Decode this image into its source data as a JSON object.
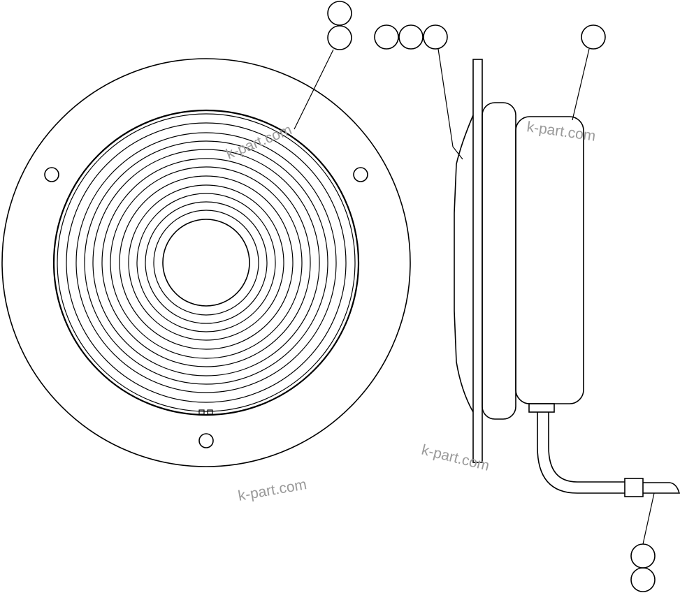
{
  "diagram": {
    "views": [
      "front-view",
      "side-view"
    ],
    "callouts": [
      {
        "id": "callout-front-top",
        "balloons": 2,
        "label": ""
      },
      {
        "id": "callout-side-left",
        "balloons": 3,
        "label": ""
      },
      {
        "id": "callout-side-right",
        "balloons": 1,
        "label": ""
      },
      {
        "id": "callout-cable-bottom",
        "balloons": 2,
        "label": ""
      }
    ],
    "watermarks": [
      "k-part.com",
      "k-part.com",
      "k-part.com",
      "k-part.com"
    ],
    "line_color": "#000000",
    "watermark_color": "#9a9a9a"
  }
}
